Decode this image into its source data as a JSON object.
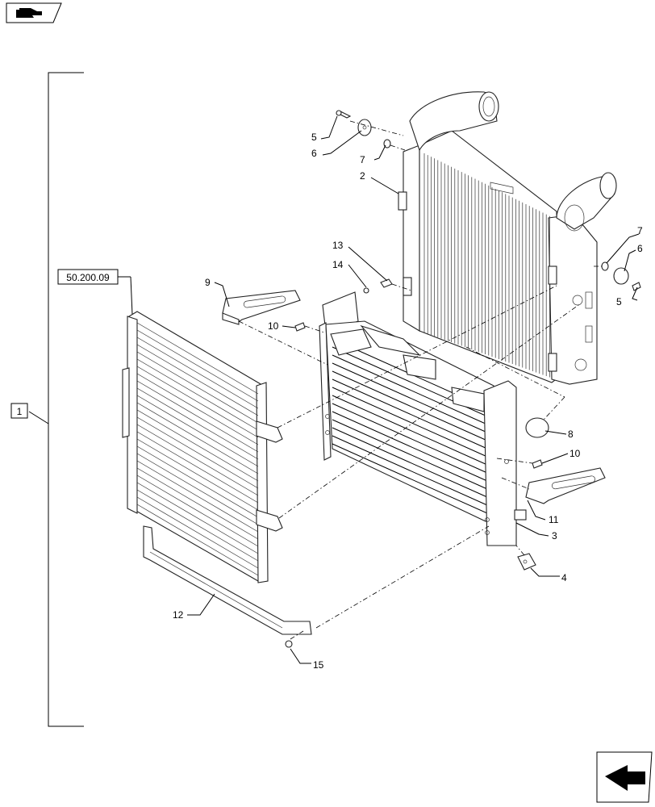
{
  "group_label": "1",
  "reference": {
    "text": "50.200.09"
  },
  "callouts": [
    {
      "id": "c5a",
      "text": "5"
    },
    {
      "id": "c6a",
      "text": "6"
    },
    {
      "id": "c7a",
      "text": "7"
    },
    {
      "id": "c2",
      "text": "2"
    },
    {
      "id": "c13",
      "text": "13"
    },
    {
      "id": "c14",
      "text": "14"
    },
    {
      "id": "c9",
      "text": "9"
    },
    {
      "id": "c10a",
      "text": "10"
    },
    {
      "id": "c7b",
      "text": "7"
    },
    {
      "id": "c6b",
      "text": "6"
    },
    {
      "id": "c5b",
      "text": "5"
    },
    {
      "id": "c8",
      "text": "8"
    },
    {
      "id": "c10b",
      "text": "10"
    },
    {
      "id": "c11",
      "text": "11"
    },
    {
      "id": "c3",
      "text": "3"
    },
    {
      "id": "c4",
      "text": "4"
    },
    {
      "id": "c12",
      "text": "12"
    },
    {
      "id": "c15",
      "text": "15"
    }
  ],
  "icons": {
    "top_left": "hand-pointer-book-icon",
    "bottom_right": "next-page-arrow-icon"
  }
}
